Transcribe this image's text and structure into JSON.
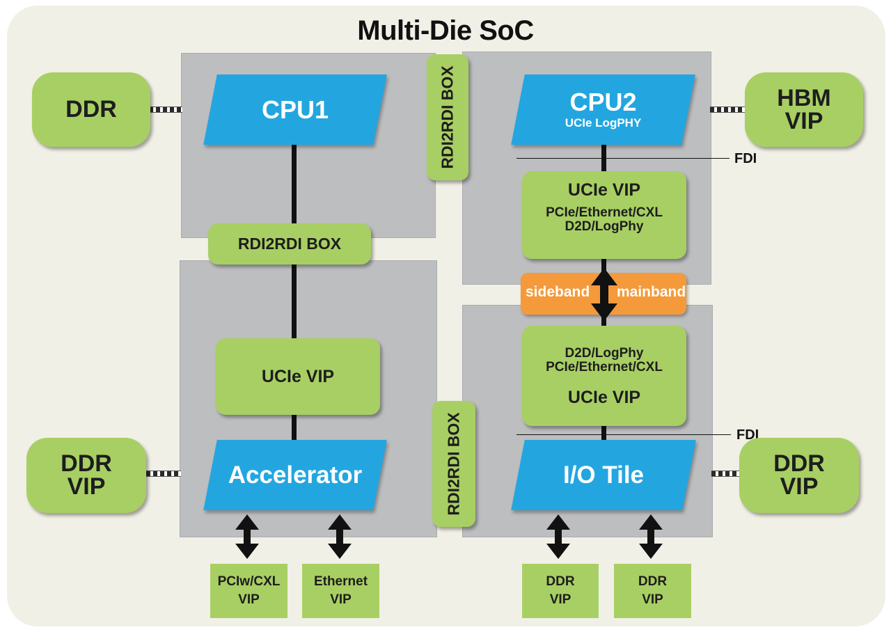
{
  "title": "Multi-Die SoC",
  "dies": {
    "cpu1": {
      "label": "CPU1"
    },
    "cpu2": {
      "label": "CPU2",
      "sub": "UCIe LogPHY"
    },
    "accelerator": {
      "label": "Accelerator"
    },
    "io_tile": {
      "label": "I/O Tile"
    }
  },
  "rdi_boxes": {
    "top": "RDI2RDI BOX",
    "middle": "RDI2RDI BOX",
    "bottom": "RDI2RDI BOX"
  },
  "ucie_top_right": {
    "title": "UCIe VIP",
    "line1": "PCIe/Ethernet/CXL",
    "line2": "D2D/LogPhy"
  },
  "ucie_bottom_right": {
    "line1": "D2D/LogPhy",
    "line2": "PCIe/Ethernet/CXL",
    "title": "UCIe VIP"
  },
  "ucie_left": {
    "title": "UCIe VIP"
  },
  "band": {
    "sideband": "sideband",
    "mainband": "mainband"
  },
  "fdi": {
    "top": "FDI",
    "bottom": "FDI"
  },
  "external": {
    "ddr_top_left": {
      "line1": "DDR"
    },
    "hbm": {
      "line1": "HBM",
      "line2": "VIP"
    },
    "ddr_left": {
      "line1": "DDR",
      "line2": "VIP"
    },
    "ddr_right": {
      "line1": "DDR",
      "line2": "VIP"
    }
  },
  "bottom_vips": [
    {
      "line1": "PCIw/CXL",
      "line2": "VIP"
    },
    {
      "line1": "Ethernet",
      "line2": "VIP"
    },
    {
      "line1": "DDR",
      "line2": "VIP"
    },
    {
      "line1": "DDR",
      "line2": "VIP"
    }
  ],
  "colors": {
    "die_grey": "#bdbec0",
    "vip_green": "#a8cf63",
    "core_blue": "#23a6e0",
    "band_orange": "#f49a3b",
    "background": "#f1f0e6"
  }
}
